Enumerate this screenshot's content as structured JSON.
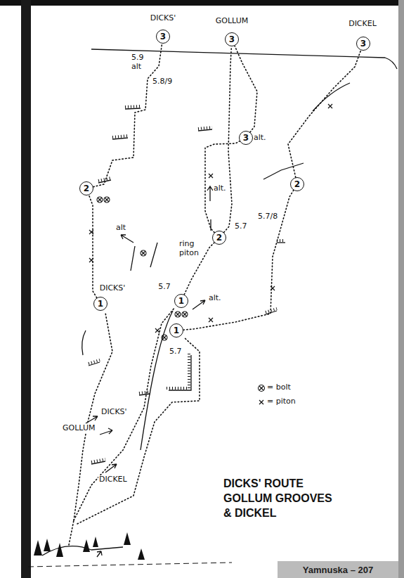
{
  "diagram": {
    "title": "DICKS' ROUTE GOLLUM GROOVES & DICKEL",
    "nodes": [
      {
        "text": [
          "3"
        ]
      },
      {
        "text": [
          "3"
        ]
      },
      {
        "text": [
          "3"
        ]
      },
      {
        "text": [
          "3",
          "alt."
        ]
      },
      {
        "text": [
          "2"
        ]
      },
      {
        "text": [
          "2"
        ]
      },
      {
        "text": [
          "2"
        ]
      },
      {
        "text": [
          "1"
        ]
      },
      {
        "text": [
          "1"
        ]
      },
      {
        "text": [
          "1"
        ]
      }
    ],
    "edges": [
      {
        "from": 7,
        "to": 4,
        "arrow": "none"
      },
      {
        "from": 4,
        "to": 0,
        "arrow": "none"
      },
      {
        "from": 8,
        "to": 5,
        "arrow": "none"
      },
      {
        "from": 5,
        "to": 3,
        "arrow": "none"
      },
      {
        "from": 5,
        "to": 1,
        "arrow": "none"
      },
      {
        "from": 3,
        "to": 1,
        "arrow": "none"
      },
      {
        "from": 9,
        "to": 6,
        "arrow": "none"
      },
      {
        "from": 6,
        "to": 2,
        "arrow": "none"
      }
    ],
    "labels": [
      "DICKS'",
      "GOLLUM",
      "DICKEL",
      "5.9 alt",
      "5.8/9",
      "alt.",
      "5.7",
      "ring piton",
      "5.7/8",
      "alt",
      "DICKS'",
      "5.7",
      "alt.",
      "5.7",
      "DICKS'",
      "GOLLUM",
      "DICKEL",
      "Yamnuska – 207"
    ],
    "legend": [
      {
        "text": "= bolt"
      },
      {
        "text": "= piton"
      }
    ]
  }
}
